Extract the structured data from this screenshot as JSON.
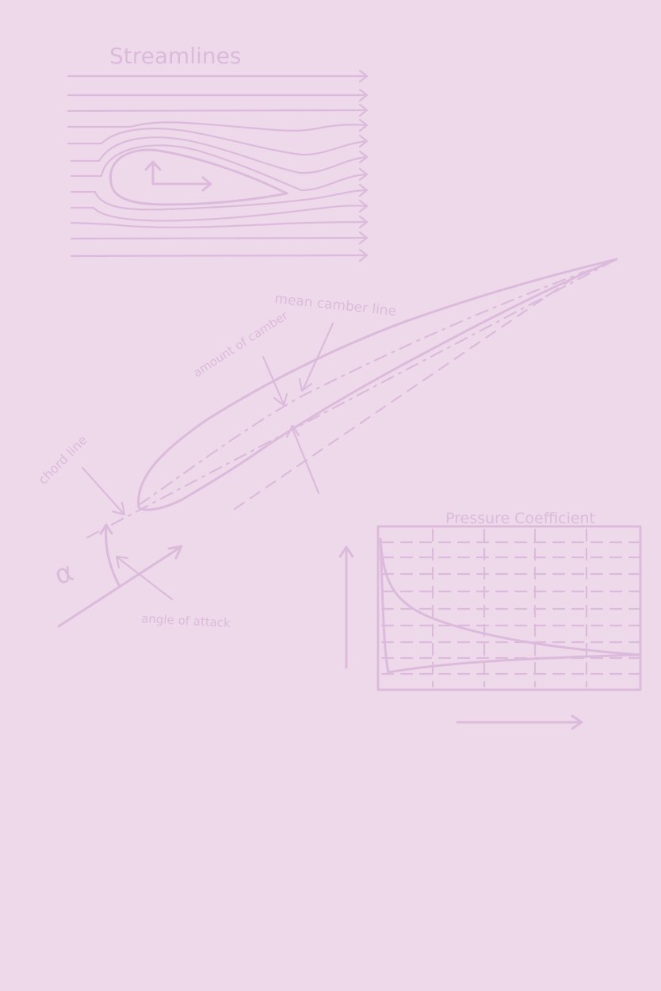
{
  "labels": {
    "streamlines": "Streamlines",
    "mean_camber_line": "mean camber line",
    "amount_of_camber": "amount of camber",
    "chord_line": "chord line",
    "alpha": "α",
    "angle_of_attack": "angle of attack",
    "pressure_coefficient": "Pressure Coefficient"
  },
  "colors": {
    "background": "#eed9ea",
    "ink": "#dcbadb"
  }
}
